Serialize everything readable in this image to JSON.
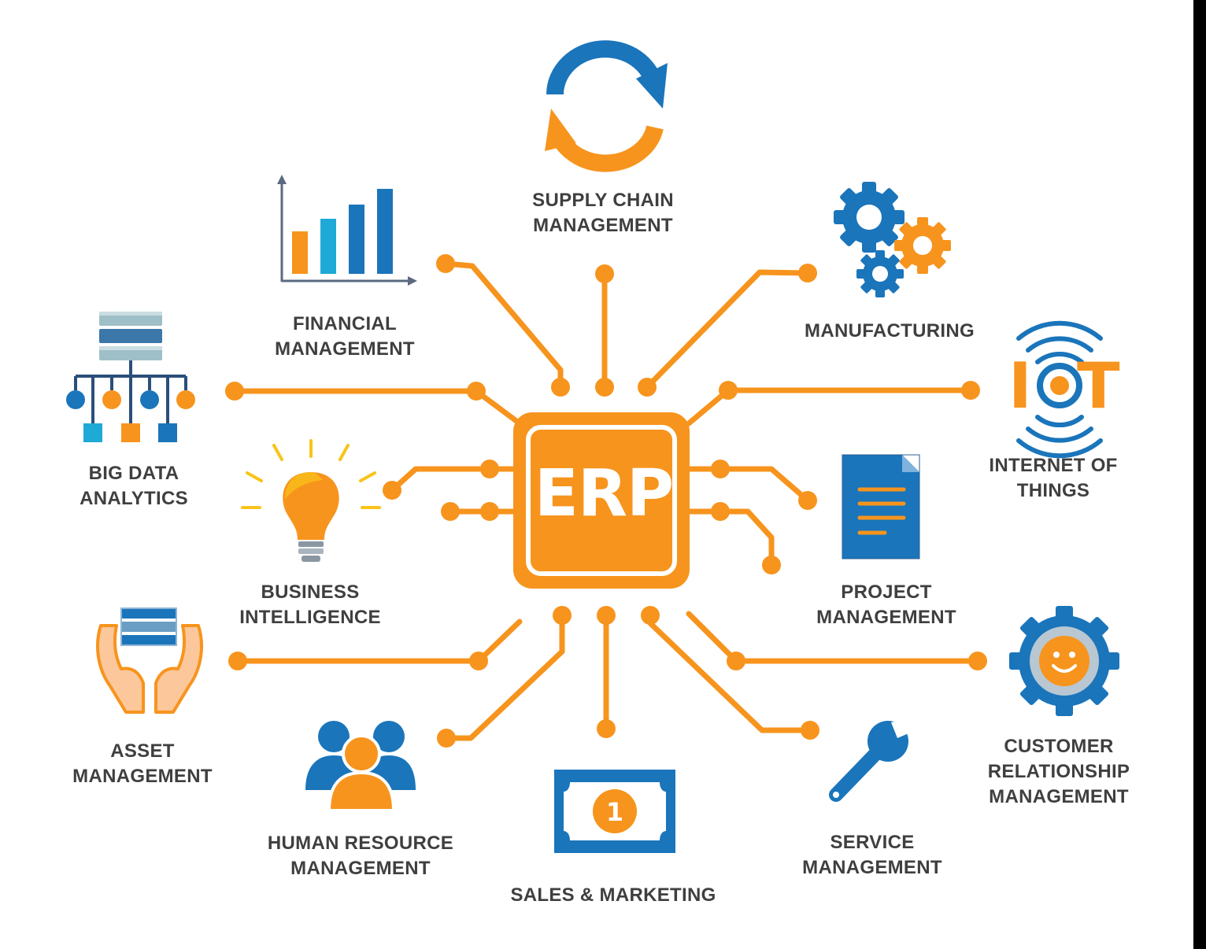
{
  "center": {
    "label": "ERP"
  },
  "modules": [
    {
      "id": "supply-chain",
      "label": "SUPPLY CHAIN\nMANAGEMENT",
      "icon": "refresh-arrows-icon"
    },
    {
      "id": "financial",
      "label": "FINANCIAL\nMANAGEMENT",
      "icon": "bar-chart-icon"
    },
    {
      "id": "manufacturing",
      "label": "MANUFACTURING",
      "icon": "gears-icon"
    },
    {
      "id": "big-data",
      "label": "BIG DATA\nANALYTICS",
      "icon": "database-tree-icon"
    },
    {
      "id": "iot",
      "label": "INTERNET OF\nTHINGS",
      "icon": "iot-signal-icon",
      "icon_text": [
        "I",
        "T"
      ]
    },
    {
      "id": "business-intelligence",
      "label": "BUSINESS\nINTELLIGENCE",
      "icon": "lightbulb-icon"
    },
    {
      "id": "project",
      "label": "PROJECT\nMANAGEMENT",
      "icon": "document-icon"
    },
    {
      "id": "asset",
      "label": "ASSET\nMANAGEMENT",
      "icon": "hands-database-icon"
    },
    {
      "id": "crm",
      "label": "CUSTOMER\nRELATIONSHIP\nMANAGEMENT",
      "icon": "gear-smiley-icon"
    },
    {
      "id": "hr",
      "label": "HUMAN RESOURCE\nMANAGEMENT",
      "icon": "people-group-icon"
    },
    {
      "id": "sales",
      "label": "SALES & MARKETING",
      "icon": "banknote-icon",
      "icon_text": "1"
    },
    {
      "id": "service",
      "label": "SERVICE\nMANAGEMENT",
      "icon": "wrench-icon"
    }
  ],
  "colors": {
    "orange": "#f7941d",
    "blue": "#1a75bb",
    "light_blue": "#1fa9d6",
    "text": "#3f3f3f",
    "yellow": "#f9c41a"
  }
}
